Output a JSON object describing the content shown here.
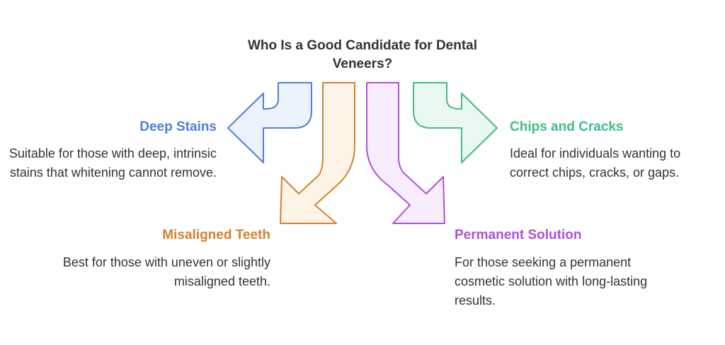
{
  "title": "Who Is a Good Candidate for Dental Veneers?",
  "colors": {
    "blue": "#4f7fd6",
    "orange": "#d5822c",
    "purple": "#b34fd8",
    "green": "#3fbf86",
    "text": "#333333"
  },
  "items": [
    {
      "heading": "Deep Stains",
      "description": "Suitable for those with deep, intrinsic stains that whitening cannot remove."
    },
    {
      "heading": "Misaligned Teeth",
      "description": "Best for those with uneven or slightly misaligned teeth."
    },
    {
      "heading": "Permanent Solution",
      "description": "For those seeking a permanent cosmetic solution with long-lasting results."
    },
    {
      "heading": "Chips and Cracks",
      "description": "Ideal for individuals wanting to correct chips, cracks, or gaps."
    }
  ]
}
